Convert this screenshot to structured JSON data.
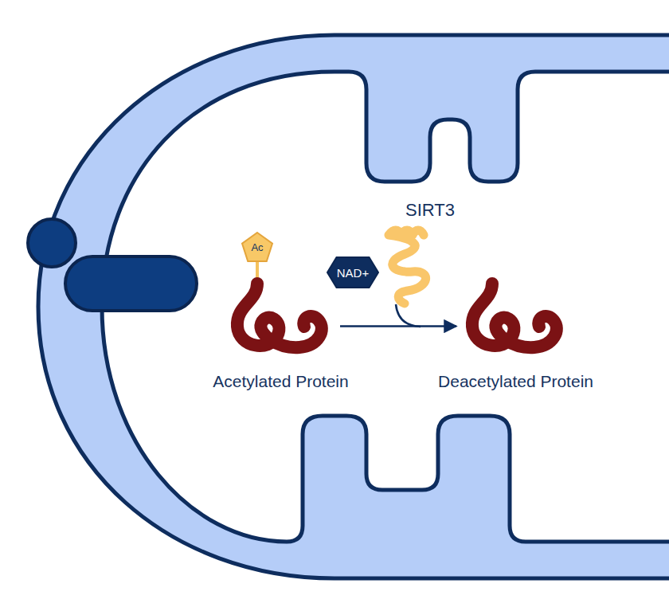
{
  "diagram": {
    "nodes": [
      {
        "text": [
          "Acetylated Protein"
        ]
      },
      {
        "text": [
          "Ac"
        ]
      },
      {
        "text": [
          "NAD+"
        ]
      },
      {
        "text": [
          "SIRT3"
        ]
      },
      {
        "text": [
          "Deacetylated Protein"
        ]
      }
    ],
    "edges": [
      {
        "from": 0,
        "to": 4,
        "arrow": "to"
      }
    ]
  }
}
